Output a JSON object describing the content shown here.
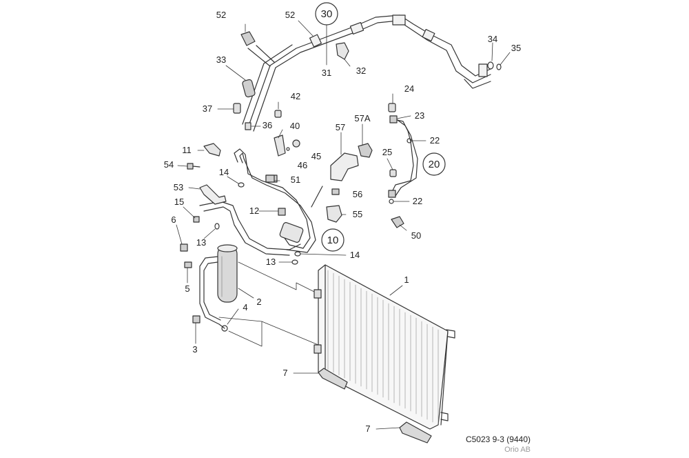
{
  "diagram": {
    "labels": {
      "l52a": "52",
      "l52b": "52",
      "l33": "33",
      "l31": "31",
      "l32": "32",
      "l34": "34",
      "l35": "35",
      "l37": "37",
      "l42": "42",
      "l36": "36",
      "l40": "40",
      "l45": "45",
      "l46": "46",
      "l11": "11",
      "l54": "54",
      "l14a": "14",
      "l51": "51",
      "l53": "53",
      "l57": "57",
      "l57A": "57A",
      "l24": "24",
      "l23": "23",
      "l22a": "22",
      "l25": "25",
      "l22b": "22",
      "l56": "56",
      "l15": "15",
      "l12": "12",
      "l55": "55",
      "l6": "6",
      "l13a": "13",
      "l50": "50",
      "l13b": "13",
      "l14b": "14",
      "l1": "1",
      "l5": "5",
      "l2": "2",
      "l4": "4",
      "l3": "3",
      "l7a": "7",
      "l7b": "7"
    },
    "circled": {
      "c30": "30",
      "c20": "20",
      "c10": "10"
    }
  },
  "caption": {
    "code": "C5023 9-3 (9440)",
    "publisher": "Orio AB"
  },
  "colors": {
    "line": "#333333",
    "fill": "#f2f2f2",
    "shade": "#d9d9d9"
  }
}
